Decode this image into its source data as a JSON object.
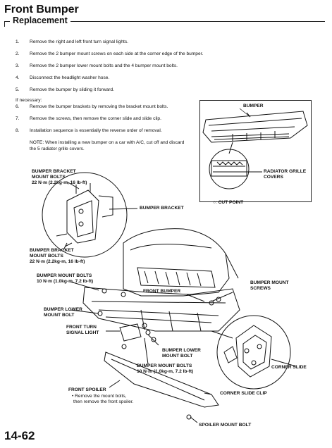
{
  "title": "Front Bumper",
  "section": "Replacement",
  "steps": [
    {
      "num": "1.",
      "text": "Remove the right and left front turn signal lights."
    },
    {
      "num": "2.",
      "text": "Remove the 2 bumper mount screws on each side at the corner edge of the bumper."
    },
    {
      "num": "3.",
      "text": "Remove the 2 bumper lower mount bolts and the 4 bumper mount bolts."
    },
    {
      "num": "4.",
      "text": "Disconnect the headlight washer hose."
    },
    {
      "num": "5.",
      "text": "Remove the bumper by sliding it forward."
    }
  ],
  "if_necessary": "If necessary:",
  "steps_optional": [
    {
      "num": "6.",
      "text": "Remove the bumper brackets by removing the bracket mount bolts."
    },
    {
      "num": "7.",
      "text": "Remove the screws, then remove the corner slide and slide clip."
    },
    {
      "num": "8.",
      "text": "Installation sequence is essentially the reverse order of removal."
    }
  ],
  "note": "NOTE: When installing a new bumper on a car with A/C, cut off and discard the 5 radiator grille covers.",
  "inset": {
    "bumper": "BUMPER",
    "grille_covers_1": "RADIATOR GRILLE",
    "grille_covers_2": "COVERS",
    "cut_point": "CUT POINT",
    "cut_symbol": "○:"
  },
  "labels": {
    "bracket_bolts_top_1": "BUMPER BRACKET",
    "bracket_bolts_top_2": "MOUNT BOLTS",
    "bracket_bolts_top_3": "22 N·m (2.2kg-m, 16 lb-ft)",
    "bumper_bracket": "BUMPER BRACKET",
    "bracket_bolts_bot_1": "BUMPER BRACKET",
    "bracket_bolts_bot_2": "MOUNT BOLTS",
    "bracket_bolts_bot_3": "22 N·m (2.2kg-m, 16 lb-ft)",
    "mount_bolts_left_1": "BUMPER MOUNT BOLTS",
    "mount_bolts_left_2": "10 N·m (1.0kg-m, 7.2 lb-ft)",
    "front_bumper": "FRONT BUMPER",
    "mount_screws_1": "BUMPER MOUNT",
    "mount_screws_2": "SCREWS",
    "lower_bolt_left_1": "BUMPER LOWER",
    "lower_bolt_left_2": "MOUNT BOLT",
    "turn_signal_1": "FRONT TURN",
    "turn_signal_2": "SIGNAL LIGHT",
    "lower_bolt_right_1": "BUMPER LOWER",
    "lower_bolt_right_2": "MOUNT BOLT",
    "mount_bolts_bot_1": "BUMPER MOUNT BOLTS",
    "mount_bolts_bot_2": "10 N·m (1.0kg-m, 7.2 lb-ft)",
    "corner_slide": "CORNER SLIDE",
    "front_spoiler": "FRONT SPOILER",
    "spoiler_note_1": "• Remove the mount bolts,",
    "spoiler_note_2": "then remove the front spoiler.",
    "corner_slide_clip": "CORNER SLIDE CLIP",
    "spoiler_mount_bolt": "SPOILER MOUNT BOLT"
  },
  "page_number": "14-62"
}
